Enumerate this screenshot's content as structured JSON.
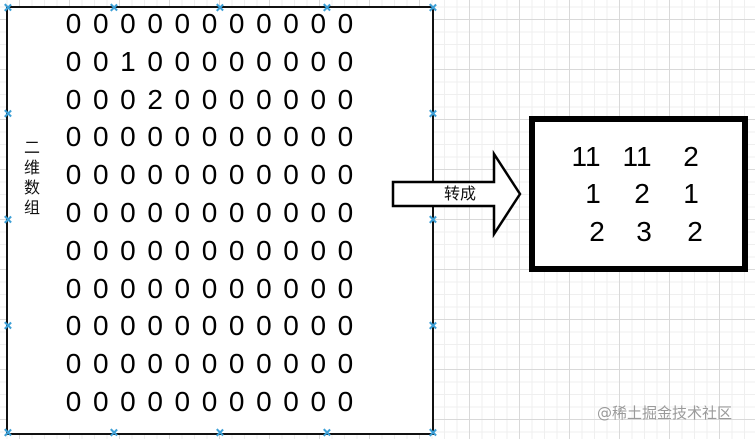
{
  "diagram": {
    "source": {
      "label_chars": [
        "二",
        "维",
        "数",
        "组"
      ],
      "label": "二维数组",
      "rows": [
        [
          "0",
          "0",
          "0",
          "0",
          "0",
          "0",
          "0",
          "0",
          "0",
          "0",
          "0"
        ],
        [
          "0",
          "0",
          "1",
          "0",
          "0",
          "0",
          "0",
          "0",
          "0",
          "0",
          "0"
        ],
        [
          "0",
          "0",
          "0",
          "2",
          "0",
          "0",
          "0",
          "0",
          "0",
          "0",
          "0"
        ],
        [
          "0",
          "0",
          "0",
          "0",
          "0",
          "0",
          "0",
          "0",
          "0",
          "0",
          "0"
        ],
        [
          "0",
          "0",
          "0",
          "0",
          "0",
          "0",
          "0",
          "0",
          "0",
          "0",
          "0"
        ],
        [
          "0",
          "0",
          "0",
          "0",
          "0",
          "0",
          "0",
          "0",
          "0",
          "0",
          "0"
        ],
        [
          "0",
          "0",
          "0",
          "0",
          "0",
          "0",
          "0",
          "0",
          "0",
          "0",
          "0"
        ],
        [
          "0",
          "0",
          "0",
          "0",
          "0",
          "0",
          "0",
          "0",
          "0",
          "0",
          "0"
        ],
        [
          "0",
          "0",
          "0",
          "0",
          "0",
          "0",
          "0",
          "0",
          "0",
          "0",
          "0"
        ],
        [
          "0",
          "0",
          "0",
          "0",
          "0",
          "0",
          "0",
          "0",
          "0",
          "0",
          "0"
        ],
        [
          "0",
          "0",
          "0",
          "0",
          "0",
          "0",
          "0",
          "0",
          "0",
          "0",
          "0"
        ]
      ]
    },
    "arrow": {
      "label": "转成",
      "icon": "right-arrow"
    },
    "result": {
      "rows": [
        [
          "11",
          "11",
          "2"
        ],
        [
          "1",
          "2",
          "1"
        ],
        [
          "2",
          "3",
          "2"
        ]
      ]
    }
  },
  "colors": {
    "handle": "#3c9fd6",
    "border": "#000000",
    "grid_major": "#d9d9d9",
    "grid_minor": "#efefef",
    "watermark": "#9a9a9a"
  },
  "watermark": "@稀土掘金技术社区"
}
